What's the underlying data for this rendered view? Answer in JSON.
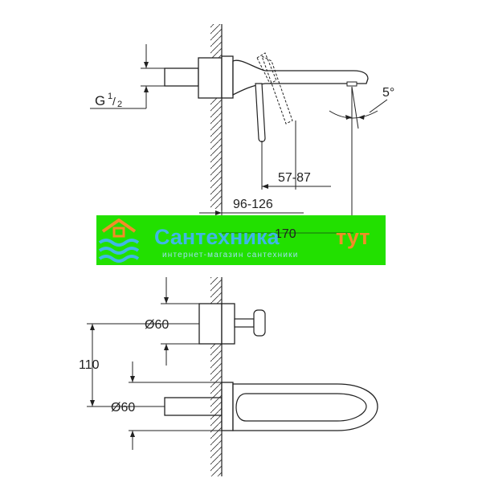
{
  "dimensions": {
    "thread_label": "G",
    "thread_sup": "1",
    "thread_sub": "2",
    "angle": "5°",
    "range_short": "57-87",
    "range_long": "96-126",
    "total": "170",
    "diameter_top": "Ø60",
    "diameter_bottom": "Ø60",
    "height": "110"
  },
  "watermark": {
    "brand_main": "Сантехника",
    "brand_accent": "тут",
    "tagline": "интернет-магазин сантехники",
    "colors": {
      "background": "#22e000",
      "brand_main": "#3fb7e6",
      "brand_accent": "#f28c28",
      "tagline": "#9fdcf2"
    }
  }
}
